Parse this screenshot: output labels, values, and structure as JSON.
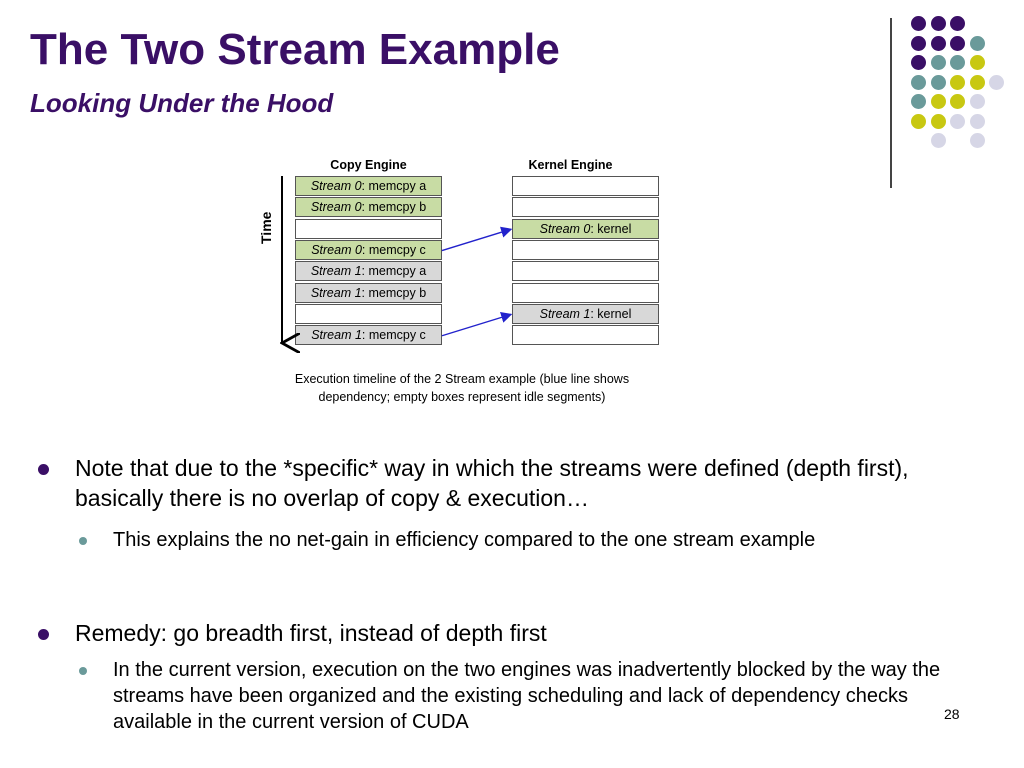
{
  "slide": {
    "title": "The Two Stream Example",
    "subtitle": "Looking Under the Hood",
    "page_number": "28"
  },
  "diagram": {
    "copy_engine_label": "Copy Engine",
    "kernel_engine_label": "Kernel Engine",
    "time_label": "Time",
    "caption": "Execution timeline of the 2 Stream example (blue line shows dependency; empty boxes represent idle segments)",
    "copy_engine": [
      {
        "stream": "Stream 0",
        "op": ": memcpy a",
        "color": "#c8dca4"
      },
      {
        "stream": "Stream 0",
        "op": ": memcpy b",
        "color": "#c8dca4"
      },
      {
        "stream": "",
        "op": "",
        "color": "#ffffff"
      },
      {
        "stream": "Stream 0",
        "op": ": memcpy c",
        "color": "#c8dca4"
      },
      {
        "stream": "Stream 1",
        "op": ": memcpy a",
        "color": "#d8d8d8"
      },
      {
        "stream": "Stream 1",
        "op": ": memcpy b",
        "color": "#d8d8d8"
      },
      {
        "stream": "",
        "op": "",
        "color": "#ffffff"
      },
      {
        "stream": "Stream 1",
        "op": ": memcpy c",
        "color": "#d8d8d8"
      }
    ],
    "kernel_engine": [
      {
        "stream": "",
        "op": "",
        "color": "#ffffff"
      },
      {
        "stream": "",
        "op": "",
        "color": "#ffffff"
      },
      {
        "stream": "Stream 0",
        "op": ": kernel",
        "color": "#c8dca4"
      },
      {
        "stream": "",
        "op": "",
        "color": "#ffffff"
      },
      {
        "stream": "",
        "op": "",
        "color": "#ffffff"
      },
      {
        "stream": "",
        "op": "",
        "color": "#ffffff"
      },
      {
        "stream": "Stream 1",
        "op": ": kernel",
        "color": "#d8d8d8"
      },
      {
        "stream": "",
        "op": "",
        "color": "#ffffff"
      }
    ],
    "dependencies": [
      {
        "from_copy_row": 3,
        "to_kernel_row": 2
      },
      {
        "from_copy_row": 7,
        "to_kernel_row": 6
      }
    ],
    "dependency_color": "#2222cc"
  },
  "bullets": [
    {
      "text": "Note that due to the *specific* way in which the streams were defined (depth first), basically there is no overlap of copy & execution…",
      "sub": [
        "This explains the no net-gain in efficiency compared to the one stream example"
      ]
    },
    {
      "text": "Remedy: go breadth first, instead of depth first",
      "sub": [
        "In the current version, execution on the two engines was inadvertently blocked by the way the streams have been organized and the existing scheduling  and lack of dependency checks available in the current version of CUDA"
      ]
    }
  ],
  "decoration": {
    "dot_colors": {
      "purple": "#3a0f66",
      "teal": "#6a9a9a",
      "lime": "#c8c812",
      "lavender": "#d6d6e6"
    }
  }
}
